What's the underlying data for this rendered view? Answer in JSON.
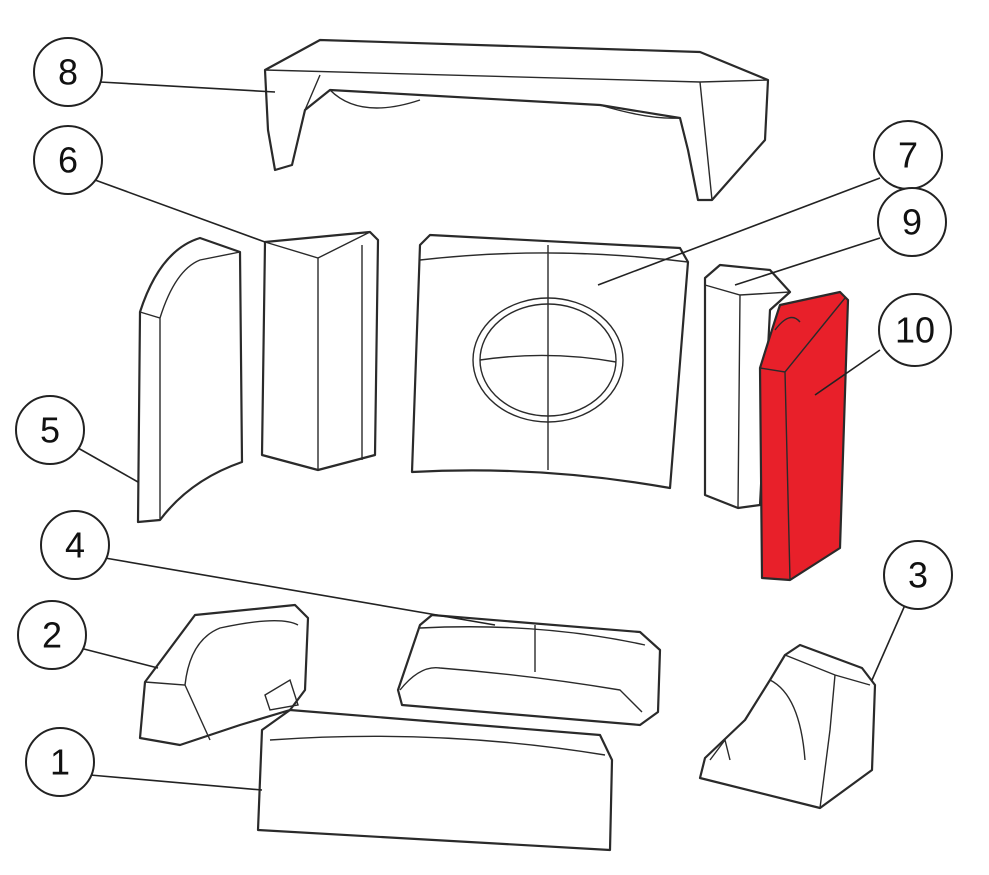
{
  "diagram": {
    "highlight_color": "#e8202a",
    "highlighted_part": "10",
    "callouts": [
      {
        "id": "8",
        "label": "8"
      },
      {
        "id": "6",
        "label": "6"
      },
      {
        "id": "7",
        "label": "7"
      },
      {
        "id": "9",
        "label": "9"
      },
      {
        "id": "10",
        "label": "10"
      },
      {
        "id": "5",
        "label": "5"
      },
      {
        "id": "4",
        "label": "4"
      },
      {
        "id": "2",
        "label": "2"
      },
      {
        "id": "3",
        "label": "3"
      },
      {
        "id": "1",
        "label": "1"
      }
    ]
  }
}
